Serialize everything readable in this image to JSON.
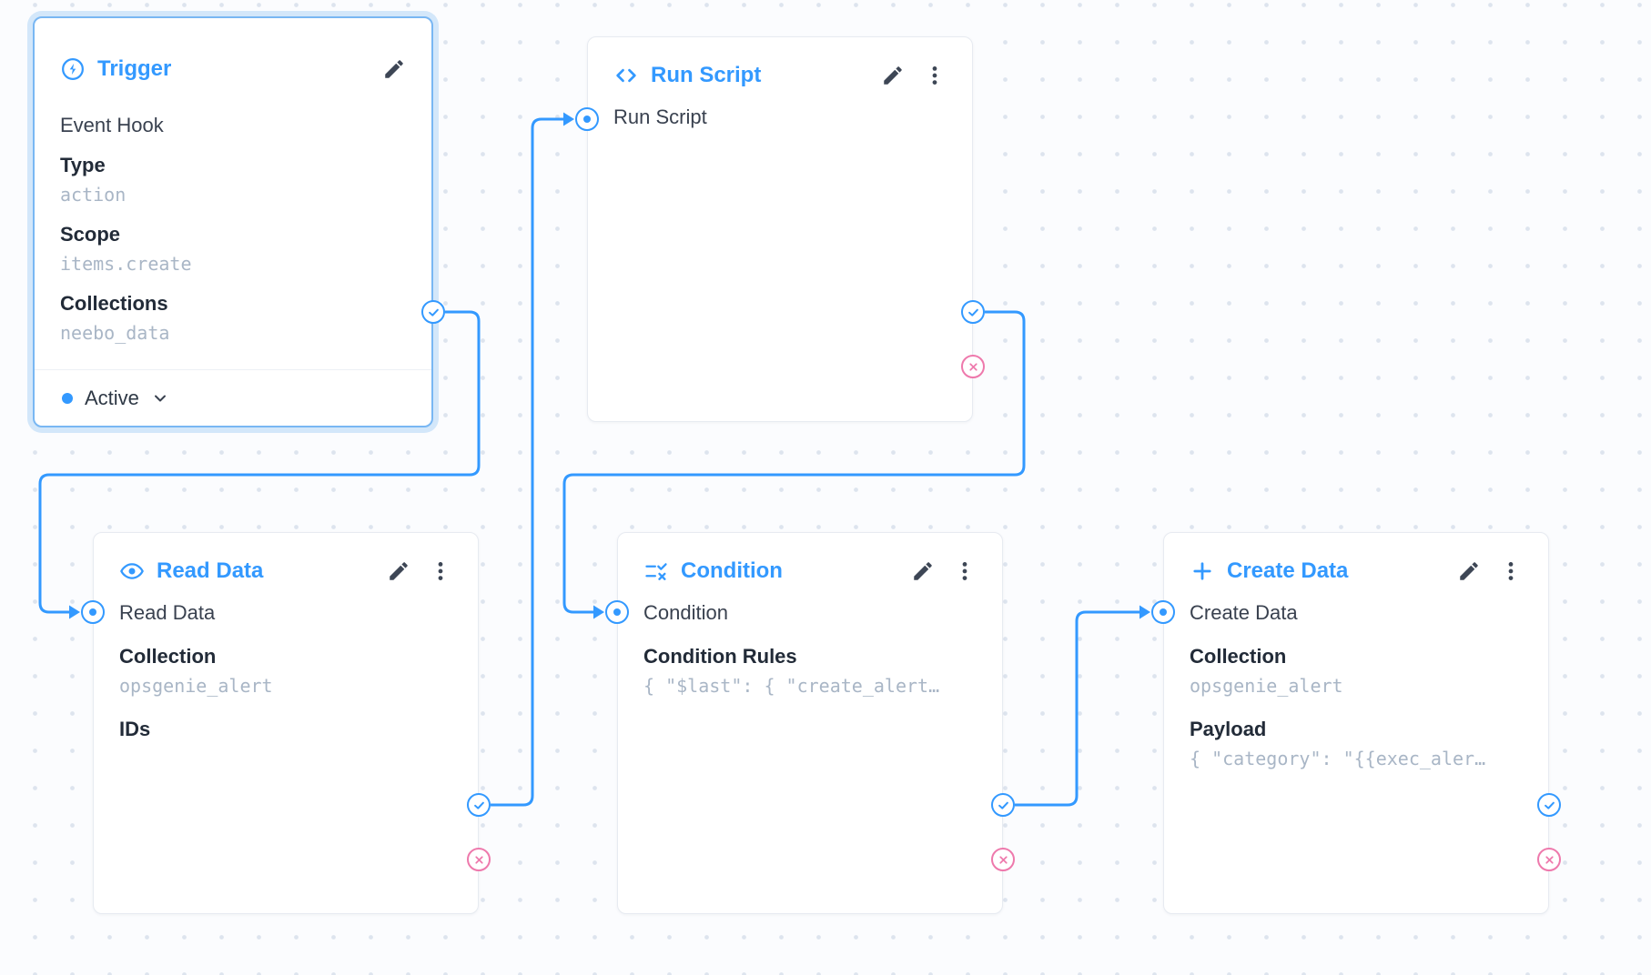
{
  "flow": {
    "accent_color": "#3399ff",
    "danger_color": "#ee79ac",
    "background_color": "#fbfcfe"
  },
  "nodes": {
    "trigger": {
      "title": "Trigger",
      "icon": "bolt-circle-icon",
      "subtitle": "Event Hook",
      "fields": [
        {
          "label": "Type",
          "value": "action"
        },
        {
          "label": "Scope",
          "value": "items.create"
        },
        {
          "label": "Collections",
          "value": "neebo_data"
        }
      ],
      "status": {
        "label": "Active"
      }
    },
    "run_script": {
      "title": "Run Script",
      "icon": "code-icon",
      "input_label": "Run Script"
    },
    "read_data": {
      "title": "Read Data",
      "icon": "eye-icon",
      "input_label": "Read Data",
      "fields": [
        {
          "label": "Collection",
          "value": "opsgenie_alert"
        },
        {
          "label": "IDs",
          "value": ""
        }
      ]
    },
    "condition": {
      "title": "Condition",
      "icon": "rule-icon",
      "input_label": "Condition",
      "fields": [
        {
          "label": "Condition Rules",
          "value": "{ \"$last\": { \"create_alert…"
        }
      ]
    },
    "create_data": {
      "title": "Create Data",
      "icon": "plus-icon",
      "input_label": "Create Data",
      "fields": [
        {
          "label": "Collection",
          "value": "opsgenie_alert"
        },
        {
          "label": "Payload",
          "value": "{ \"category\": \"{{exec_aler…"
        }
      ]
    }
  }
}
